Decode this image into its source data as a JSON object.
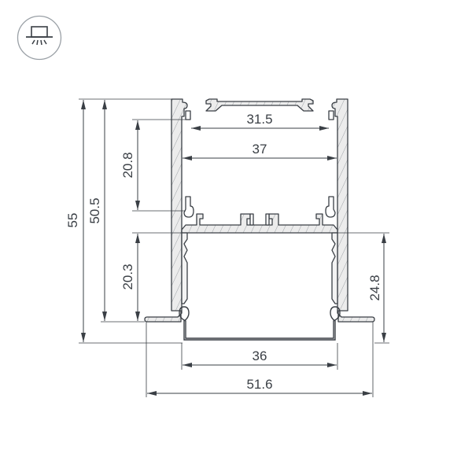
{
  "icon": {
    "name": "surface-mounted-light-icon",
    "description": "Luminaire mounting type symbol: fixture with light rays in a circle"
  },
  "colors": {
    "line": "#3a3f45",
    "hatch_fill": "#ececec",
    "hatch_stroke": "#8a8f95",
    "background": "#ffffff",
    "icon_circle": "#9aa0a6"
  },
  "drawing": {
    "type": "aluminum-profile-cross-section",
    "units": "mm",
    "dimensions": {
      "total_height": "55",
      "body_height": "50.5",
      "upper_chamber_height": "20.8",
      "lower_chamber_height": "20.3",
      "diffuser_height": "24.8",
      "top_opening_width": "31.5",
      "inner_width": "37",
      "diffuser_width": "36",
      "flange_width": "51.6"
    }
  }
}
